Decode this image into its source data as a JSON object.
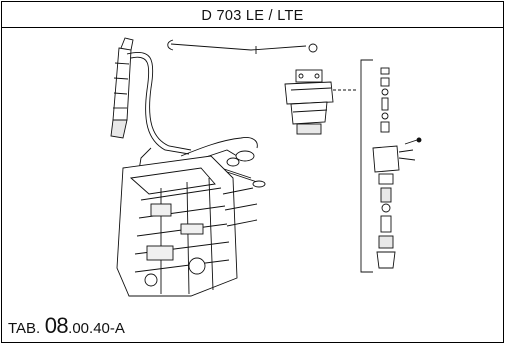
{
  "header": {
    "title": "D 703 LE / LTE"
  },
  "footer": {
    "tab_prefix": "TAB.",
    "tab_main": "08",
    "tab_suffix": ".00.40-A"
  }
}
